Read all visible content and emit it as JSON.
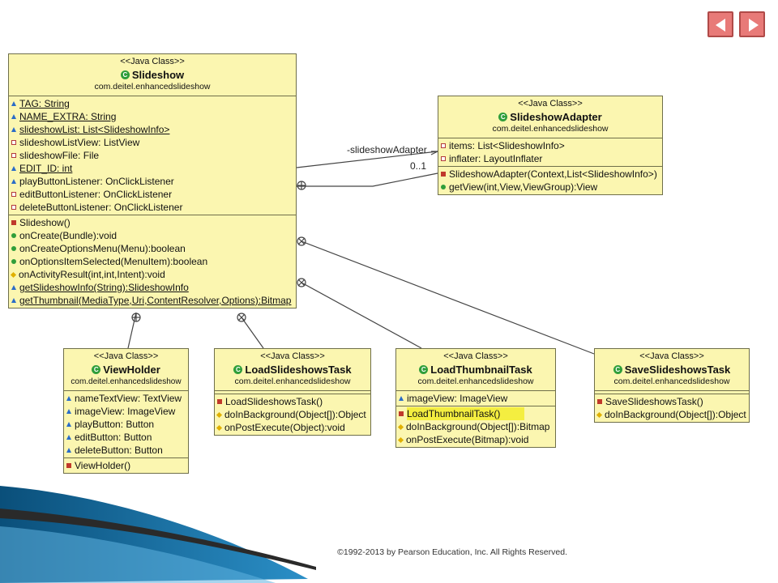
{
  "nav": {
    "prev": "previous",
    "next": "next"
  },
  "stereotype": "<<Java Class>>",
  "package": "com.deitel.enhancedslideshow",
  "association": {
    "label": "-slideshowAdapter",
    "multiplicity": "0..1"
  },
  "classes": {
    "slideshow": {
      "name": "Slideshow",
      "fields": [
        {
          "text": "TAG: String",
          "vis": "static-final"
        },
        {
          "text": "NAME_EXTRA: String",
          "vis": "static-final"
        },
        {
          "text": "slideshowList: List<SlideshowInfo>",
          "vis": "static"
        },
        {
          "text": "slideshowListView: ListView",
          "vis": "private"
        },
        {
          "text": "slideshowFile: File",
          "vis": "private"
        },
        {
          "text": "EDIT_ID: int",
          "vis": "static-final"
        },
        {
          "text": "playButtonListener: OnClickListener",
          "vis": "protected"
        },
        {
          "text": "editButtonListener: OnClickListener",
          "vis": "private"
        },
        {
          "text": "deleteButtonListener: OnClickListener",
          "vis": "private"
        }
      ],
      "methods": [
        {
          "text": "Slideshow()",
          "vis": "constructor"
        },
        {
          "text": "onCreate(Bundle):void",
          "vis": "public"
        },
        {
          "text": "onCreateOptionsMenu(Menu):boolean",
          "vis": "public"
        },
        {
          "text": "onOptionsItemSelected(MenuItem):boolean",
          "vis": "public"
        },
        {
          "text": "onActivityResult(int,int,Intent):void",
          "vis": "package"
        },
        {
          "text": "getSlideshowInfo(String):SlideshowInfo",
          "vis": "static"
        },
        {
          "text": "getThumbnail(MediaType,Uri,ContentResolver,Options):Bitmap",
          "vis": "static"
        }
      ]
    },
    "adapter": {
      "name": "SlideshowAdapter",
      "fields": [
        {
          "text": "items: List<SlideshowInfo>",
          "vis": "private"
        },
        {
          "text": "inflater: LayoutInflater",
          "vis": "private"
        }
      ],
      "methods": [
        {
          "text": "SlideshowAdapter(Context,List<SlideshowInfo>)",
          "vis": "constructor"
        },
        {
          "text": "getView(int,View,ViewGroup):View",
          "vis": "public"
        }
      ]
    },
    "viewholder": {
      "name": "ViewHolder",
      "fields": [
        {
          "text": "nameTextView: TextView",
          "vis": "protected"
        },
        {
          "text": "imageView: ImageView",
          "vis": "protected"
        },
        {
          "text": "playButton: Button",
          "vis": "protected"
        },
        {
          "text": "editButton: Button",
          "vis": "protected"
        },
        {
          "text": "deleteButton: Button",
          "vis": "protected"
        }
      ],
      "methods": [
        {
          "text": "ViewHolder()",
          "vis": "constructor"
        }
      ]
    },
    "loadslideshows": {
      "name": "LoadSlideshowsTask",
      "fields": [],
      "methods": [
        {
          "text": "LoadSlideshowsTask()",
          "vis": "constructor"
        },
        {
          "text": "doInBackground(Object[]):Object",
          "vis": "package"
        },
        {
          "text": "onPostExecute(Object):void",
          "vis": "package"
        }
      ]
    },
    "loadthumbnail": {
      "name": "LoadThumbnailTask",
      "fields": [
        {
          "text": "imageView: ImageView",
          "vis": "protected"
        }
      ],
      "methods": [
        {
          "text": "LoadThumbnailTask()",
          "vis": "constructor"
        },
        {
          "text": "doInBackground(Object[]):Bitmap",
          "vis": "package"
        },
        {
          "text": "onPostExecute(Bitmap):void",
          "vis": "package"
        }
      ]
    },
    "saveslideshows": {
      "name": "SaveSlideshowsTask",
      "fields": [],
      "methods": [
        {
          "text": "SaveSlideshowsTask()",
          "vis": "constructor"
        },
        {
          "text": "doInBackground(Object[]):Object",
          "vis": "package"
        }
      ]
    }
  },
  "copyright": "©1992-2013 by Pearson Education, Inc. All Rights Reserved.",
  "colors": {
    "class_fill": "#fbf6b0",
    "highlight": "#f4ee40",
    "nav_button": "#e87a78"
  }
}
